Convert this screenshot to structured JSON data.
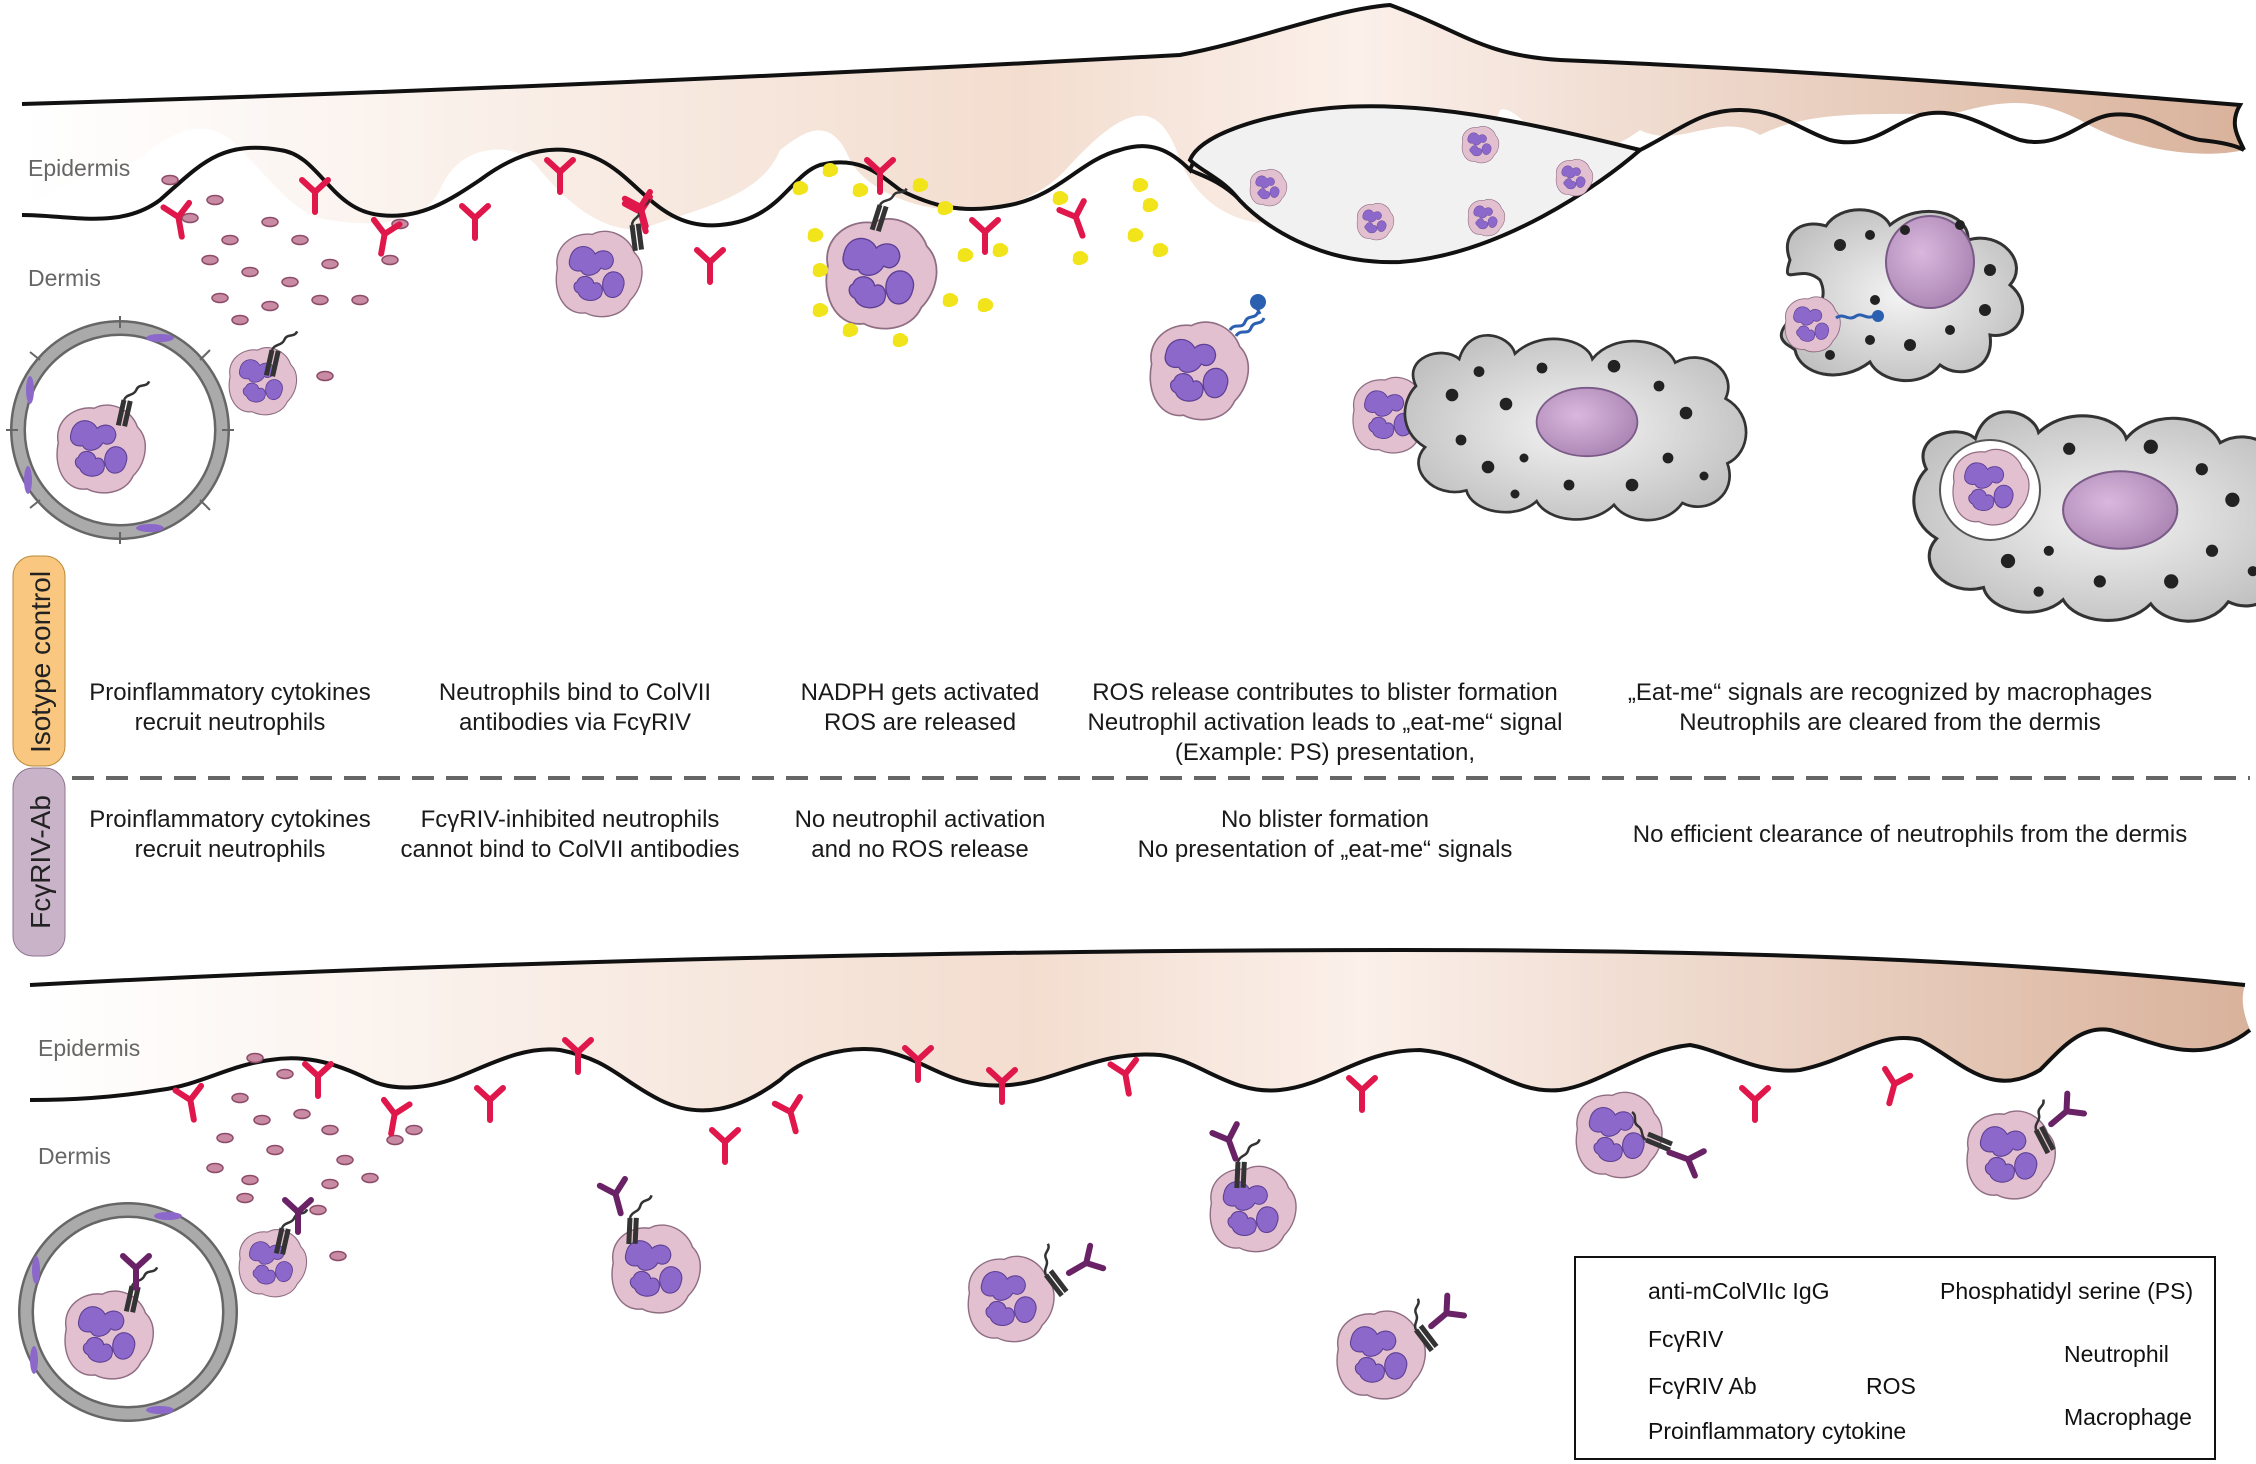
{
  "layers": {
    "top": {
      "epidermis": "Epidermis",
      "dermis": "Dermis"
    },
    "bottom": {
      "epidermis": "Epidermis",
      "dermis": "Dermis"
    }
  },
  "conditions": {
    "isotype": {
      "label": "Isotype control",
      "color": "#f9c77f"
    },
    "fcgriv": {
      "label": "FcγRIV-Ab",
      "color": "#c9b3c9"
    }
  },
  "isotype_captions": [
    {
      "line1": "Proinflammatory cytokines",
      "line2": "recruit neutrophils",
      "line3": ""
    },
    {
      "line1": "Neutrophils bind to ColVII",
      "line2": "antibodies via FcγRIV",
      "line3": ""
    },
    {
      "line1": "NADPH gets activated",
      "line2": "ROS are released",
      "line3": ""
    },
    {
      "line1": "ROS release contributes to blister formation",
      "line2": "Neutrophil activation leads to „eat-me“ signal",
      "line3": "(Example: PS) presentation,"
    },
    {
      "line1": "„Eat-me“ signals are recognized by macrophages",
      "line2": "Neutrophils are cleared from the dermis",
      "line3": ""
    }
  ],
  "fcgriv_captions": [
    {
      "line1": "Proinflammatory cytokines",
      "line2": "recruit neutrophils"
    },
    {
      "line1": "FcγRIV-inhibited neutrophils",
      "line2": "cannot bind to ColVII antibodies"
    },
    {
      "line1": "No neutrophil activation",
      "line2": "and no ROS release"
    },
    {
      "line1": "No blister formation",
      "line2": "No presentation of „eat-me“ signals"
    },
    {
      "line1": "No efficient clearance of neutrophils from the dermis",
      "line2": ""
    }
  ],
  "legend": {
    "igg": "anti-mColVIIc IgG",
    "ps": "Phosphatidyl serine (PS)",
    "fcgriv": "FcγRIV",
    "neutrophil": "Neutrophil",
    "fcgriv_ab": "FcγRIV Ab",
    "ros": "ROS",
    "macrophage": "Macrophage",
    "cytokine": "Proinflammatory cytokine"
  },
  "colors": {
    "antibody": "#e0174a",
    "fcgriv_ab": "#6a2266",
    "neutrophil_body": "#e3c0cf",
    "nucleus": "#8b68c9",
    "ros": "#f2e41a",
    "ps": "#2b5fb0",
    "macrophage": "#d2d2d2",
    "skin_light": "#ffffff",
    "skin_dark": "#d9b29b"
  }
}
